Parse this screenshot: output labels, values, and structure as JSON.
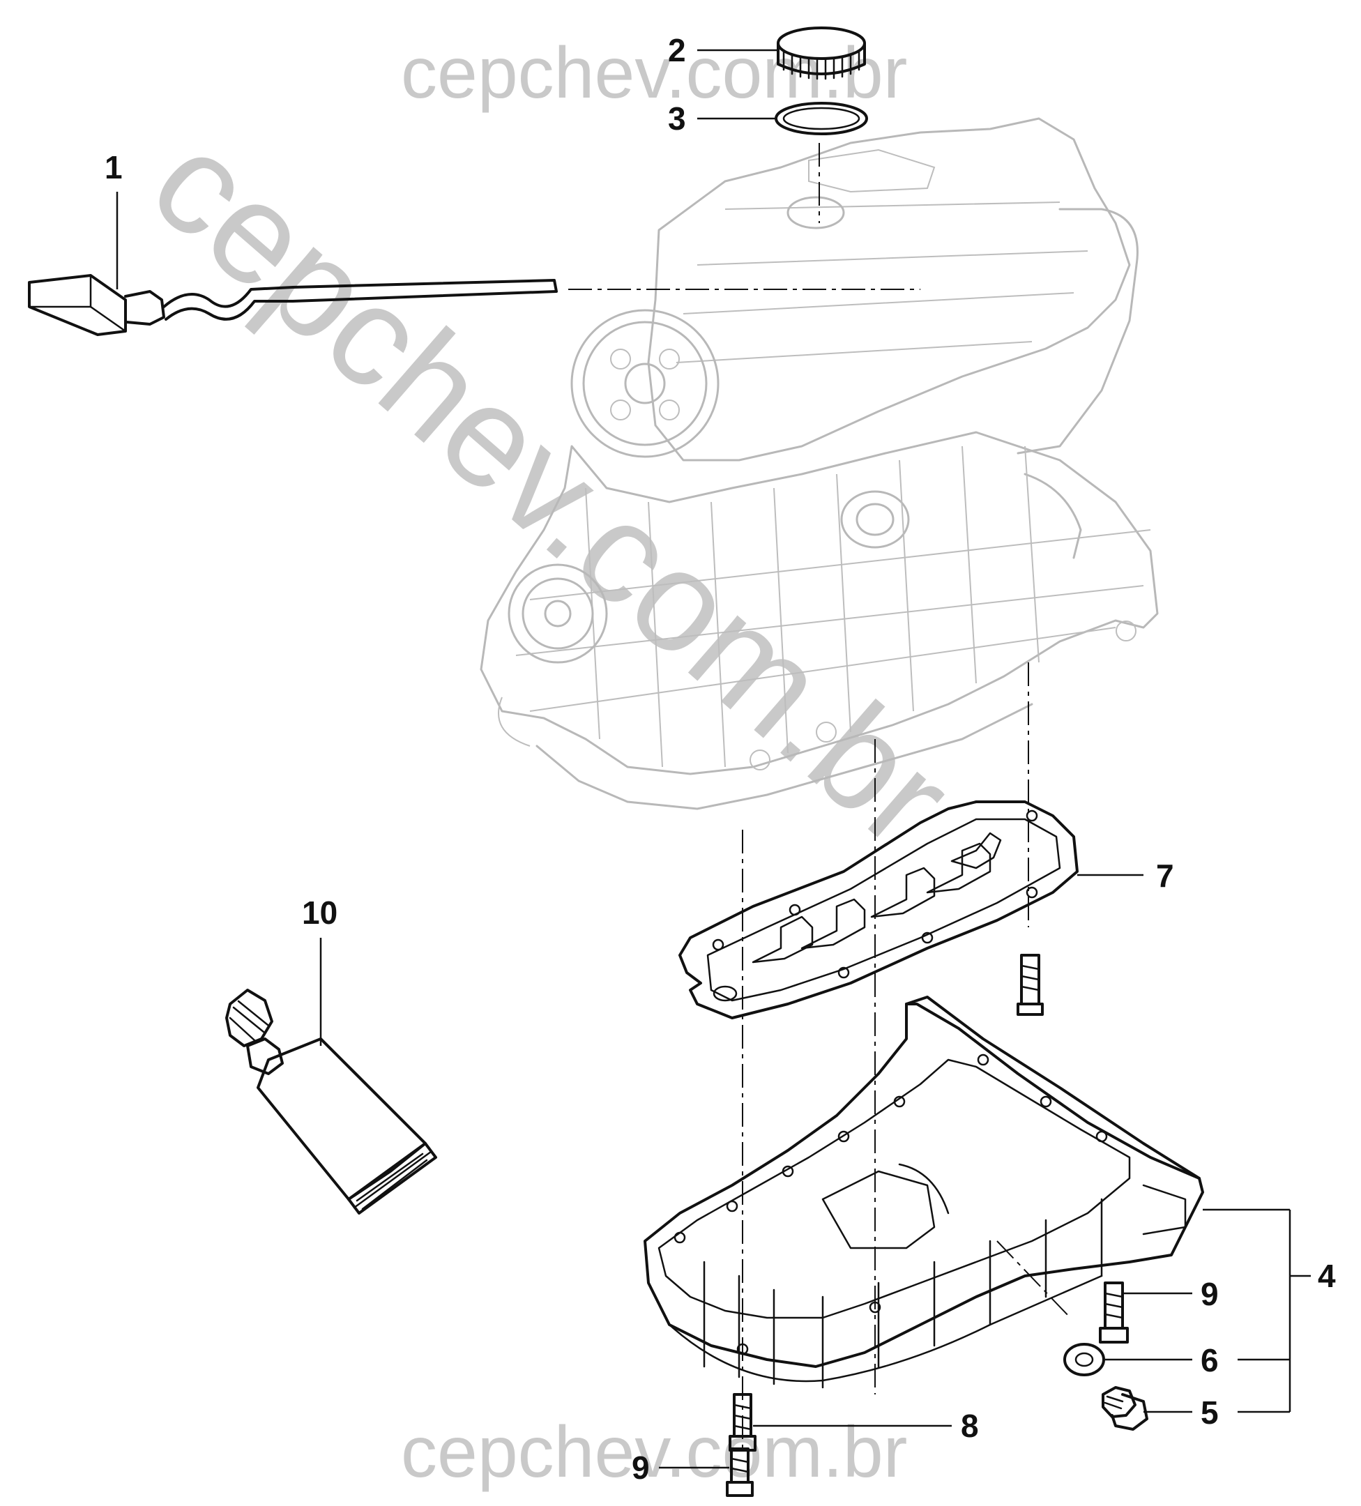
{
  "diagram": {
    "watermarks": {
      "top": "cepchev.com.br",
      "diagonal": "cepchev.com.br",
      "bottom": "cepchev.com.br"
    },
    "callouts": {
      "c1": "1",
      "c2": "2",
      "c3": "3",
      "c4": "4",
      "c5": "5",
      "c6": "6",
      "c7": "7",
      "c8": "8",
      "c9_bottom": "9",
      "c9_right": "9",
      "c10": "10"
    }
  }
}
